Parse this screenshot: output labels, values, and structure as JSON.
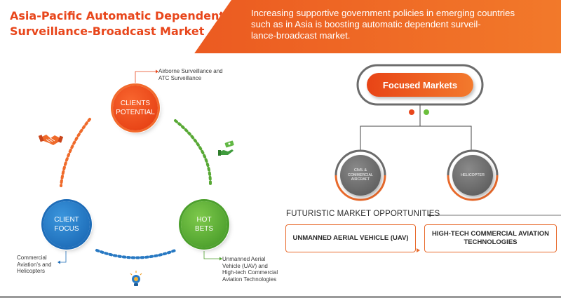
{
  "header": {
    "title_line1": "Asia-Pacific Automatic Dependent",
    "title_line2": "Surveillance-Broadcast Market",
    "description_lines": [
      "Increasing supportive government policies in emerging countries",
      "such as in Asia is boosting automatic dependent surveil-",
      "lance-broadcast market."
    ]
  },
  "cycle": {
    "clients_potential": {
      "line1": "CLIENTS",
      "line2": "POTENTIAL"
    },
    "client_focus": {
      "line1": "CLIENT",
      "line2": "FOCUS"
    },
    "hot_bets": {
      "line1": "HOT",
      "line2": "BETS"
    },
    "airborne_note": [
      "Airborne Surveillance and",
      "ATC Surveillance"
    ],
    "commercial_note": [
      "Commercial",
      "Aviation's and",
      "Helicopters"
    ],
    "unmanned_note": [
      "Unmanned Aerial",
      "Vehicle (UAV) and",
      "High-tech Commercial",
      "Aviation Technologies"
    ]
  },
  "focused_markets": {
    "label": "Focused Markets",
    "civil": [
      "CIVIL &",
      "COMMERCIAL",
      "AIRCRAFT"
    ],
    "helicopter": "HELICOPTER"
  },
  "futuristic": {
    "title": "FUTURISTIC MARKET OPPORTUNITIES",
    "box1": "UNMANNED AERIAL VEHICLE (UAV)",
    "box2": [
      "HIGH-TECH COMMERCIAL AVIATION",
      "TECHNOLOGIES"
    ]
  },
  "colors": {
    "orange": "#e8461b",
    "blue": "#1d6cb8",
    "green": "#4c9f2c",
    "gray": "#5e5e5e"
  },
  "icons": {
    "handshake": "handshake-icon",
    "money_hand": "money-hand-icon",
    "lightbulb": "lightbulb-icon"
  }
}
